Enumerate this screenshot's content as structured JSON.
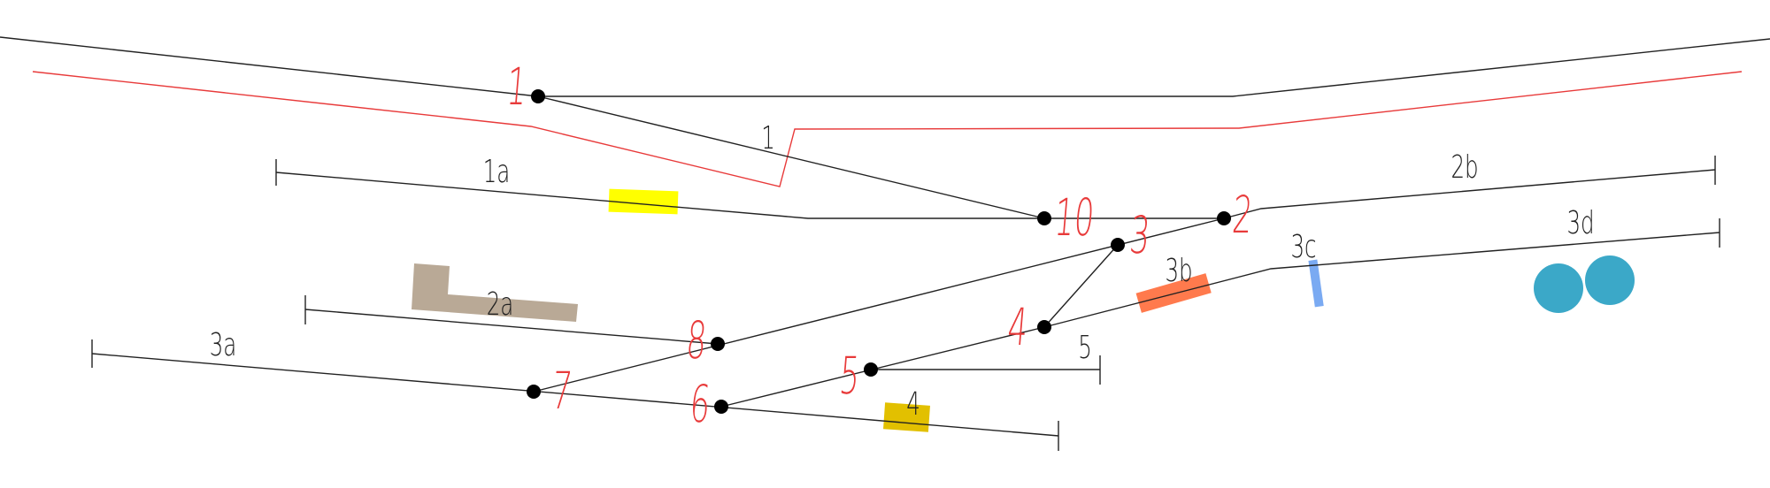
{
  "track_labels": {
    "t1": "1",
    "t1a": "1a",
    "t2a": "2a",
    "t2b": "2b",
    "t3a": "3a",
    "t3b": "3b",
    "t3c": "3c",
    "t3d": "3d",
    "t4": "4",
    "t5": "5"
  },
  "switch_labels": {
    "s1": "1",
    "s2": "2",
    "s3": "3",
    "s4": "4",
    "s5": "5",
    "s6": "6",
    "s7": "7",
    "s8": "8",
    "s10": "10"
  },
  "colors": {
    "track": "#222222",
    "red_route": "#e83a3a",
    "switch_dot": "#000000",
    "marker_yellow": "#ffff00",
    "marker_tan": "#b9a996",
    "marker_orange": "#ff7a4d",
    "marker_blue": "#7aaaf2",
    "marker_gold": "#e2c000",
    "marker_teal": "#3ba8c8"
  }
}
